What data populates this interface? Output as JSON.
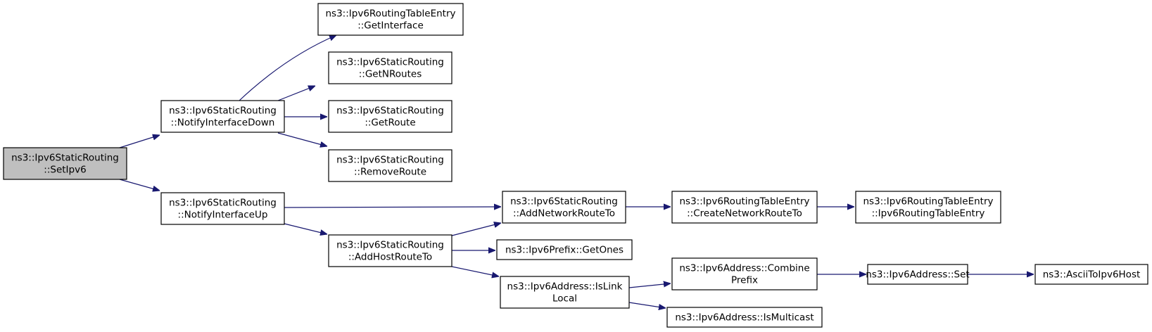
{
  "diagram": {
    "type": "call-graph",
    "edge_color": "#191970",
    "root_fill": "#bfbfbf",
    "node_fill": "#ffffff",
    "nodes": [
      {
        "id": "setipv6",
        "name": "node-set-ipv6",
        "lines": [
          "ns3::Ipv6StaticRouting",
          "::SetIpv6"
        ],
        "root": true
      },
      {
        "id": "down",
        "name": "node-notify-interface-down",
        "lines": [
          "ns3::Ipv6StaticRouting",
          "::NotifyInterfaceDown"
        ]
      },
      {
        "id": "up",
        "name": "node-notify-interface-up",
        "lines": [
          "ns3::Ipv6StaticRouting",
          "::NotifyInterfaceUp"
        ]
      },
      {
        "id": "getif",
        "name": "node-get-interface",
        "lines": [
          "ns3::Ipv6RoutingTableEntry",
          "::GetInterface"
        ]
      },
      {
        "id": "getn",
        "name": "node-get-n-routes",
        "lines": [
          "ns3::Ipv6StaticRouting",
          "::GetNRoutes"
        ]
      },
      {
        "id": "getr",
        "name": "node-get-route",
        "lines": [
          "ns3::Ipv6StaticRouting",
          "::GetRoute"
        ]
      },
      {
        "id": "remr",
        "name": "node-remove-route",
        "lines": [
          "ns3::Ipv6StaticRouting",
          "::RemoveRoute"
        ]
      },
      {
        "id": "host",
        "name": "node-add-host-route-to",
        "lines": [
          "ns3::Ipv6StaticRouting",
          "::AddHostRouteTo"
        ]
      },
      {
        "id": "net",
        "name": "node-add-network-route-to",
        "lines": [
          "ns3::Ipv6StaticRouting",
          "::AddNetworkRouteTo"
        ]
      },
      {
        "id": "ones",
        "name": "node-get-ones",
        "lines": [
          "ns3::Ipv6Prefix::GetOnes"
        ]
      },
      {
        "id": "islink",
        "name": "node-is-link-local",
        "lines": [
          "ns3::Ipv6Address::IsLink",
          "Local"
        ]
      },
      {
        "id": "cnr",
        "name": "node-create-network-route-to",
        "lines": [
          "ns3::Ipv6RoutingTableEntry",
          "::CreateNetworkRouteTo"
        ]
      },
      {
        "id": "ctor",
        "name": "node-routing-table-entry-ctor",
        "lines": [
          "ns3::Ipv6RoutingTableEntry",
          "::Ipv6RoutingTableEntry"
        ]
      },
      {
        "id": "comb",
        "name": "node-combine-prefix",
        "lines": [
          "ns3::Ipv6Address::Combine",
          "Prefix"
        ]
      },
      {
        "id": "multi",
        "name": "node-is-multicast",
        "lines": [
          "ns3::Ipv6Address::IsMulticast"
        ]
      },
      {
        "id": "aset",
        "name": "node-address-set",
        "lines": [
          "ns3::Ipv6Address::Set"
        ]
      },
      {
        "id": "ascii",
        "name": "node-ascii-to-ipv6-host",
        "lines": [
          "ns3::AsciiToIpv6Host"
        ]
      }
    ],
    "edges": [
      {
        "from": "setipv6",
        "to": "down"
      },
      {
        "from": "setipv6",
        "to": "up"
      },
      {
        "from": "down",
        "to": "getif"
      },
      {
        "from": "down",
        "to": "getn"
      },
      {
        "from": "down",
        "to": "getr"
      },
      {
        "from": "down",
        "to": "remr"
      },
      {
        "from": "up",
        "to": "net"
      },
      {
        "from": "up",
        "to": "host"
      },
      {
        "from": "host",
        "to": "net"
      },
      {
        "from": "host",
        "to": "ones"
      },
      {
        "from": "host",
        "to": "islink"
      },
      {
        "from": "net",
        "to": "cnr"
      },
      {
        "from": "cnr",
        "to": "ctor"
      },
      {
        "from": "islink",
        "to": "comb"
      },
      {
        "from": "islink",
        "to": "multi"
      },
      {
        "from": "comb",
        "to": "aset"
      },
      {
        "from": "aset",
        "to": "ascii"
      }
    ]
  }
}
